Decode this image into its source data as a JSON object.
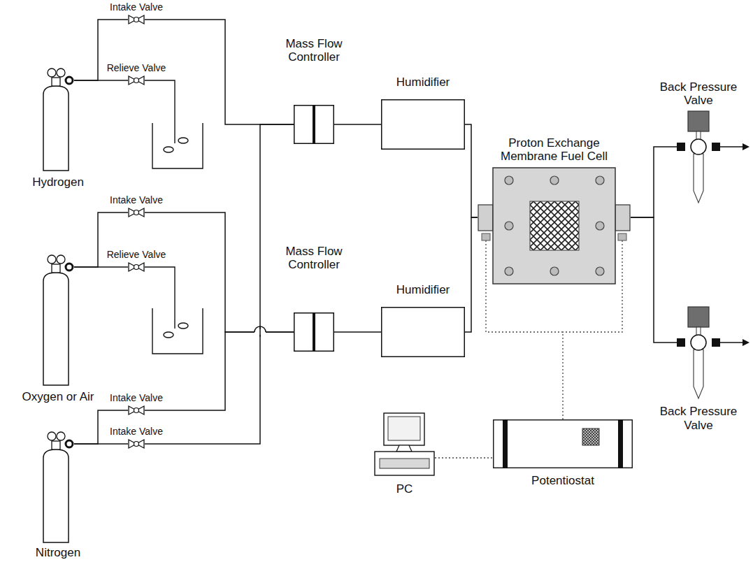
{
  "diagram": {
    "nodes": [
      {
        "text": [
          "Hydrogen"
        ]
      },
      {
        "text": [
          "Intake Valve"
        ]
      },
      {
        "text": [
          "Relieve Valve"
        ]
      },
      {
        "text": [
          "Oxygen or Air"
        ]
      },
      {
        "text": [
          "Intake Valve"
        ]
      },
      {
        "text": [
          "Relieve Valve"
        ]
      },
      {
        "text": [
          "Nitrogen"
        ]
      },
      {
        "text": [
          "Intake Valve"
        ]
      },
      {
        "text": [
          "Intake Valve"
        ]
      },
      {
        "text": [
          "Mass Flow Controller"
        ]
      },
      {
        "text": [
          "Mass Flow Controller"
        ]
      },
      {
        "text": [
          "Humidifier"
        ]
      },
      {
        "text": [
          "Humidifier"
        ]
      },
      {
        "text": [
          "Proton Exchange Membrane Fuel Cell"
        ]
      },
      {
        "text": [
          "Back Pressure Valve"
        ]
      },
      {
        "text": [
          "Back Pressure Valve"
        ]
      },
      {
        "text": [
          "PC"
        ]
      },
      {
        "text": [
          "Potentiostat"
        ]
      }
    ],
    "edges": [
      {
        "from": 0,
        "to": 1,
        "arrow": "none"
      },
      {
        "from": 0,
        "to": 2,
        "arrow": "none"
      },
      {
        "from": 1,
        "to": 9,
        "arrow": "none"
      },
      {
        "from": 3,
        "to": 4,
        "arrow": "none"
      },
      {
        "from": 3,
        "to": 5,
        "arrow": "none"
      },
      {
        "from": 4,
        "to": 10,
        "arrow": "none"
      },
      {
        "from": 6,
        "to": 7,
        "arrow": "none"
      },
      {
        "from": 6,
        "to": 8,
        "arrow": "none"
      },
      {
        "from": 7,
        "to": 10,
        "arrow": "none"
      },
      {
        "from": 8,
        "to": 9,
        "arrow": "none"
      },
      {
        "from": 9,
        "to": 11,
        "arrow": "none"
      },
      {
        "from": 10,
        "to": 12,
        "arrow": "none"
      },
      {
        "from": 11,
        "to": 13,
        "arrow": "none"
      },
      {
        "from": 12,
        "to": 13,
        "arrow": "none"
      },
      {
        "from": 13,
        "to": 14,
        "arrow": "none"
      },
      {
        "from": 13,
        "to": 15,
        "arrow": "none"
      },
      {
        "from": 16,
        "to": 17,
        "arrow": "none"
      },
      {
        "from": 13,
        "to": 17,
        "arrow": "none"
      }
    ]
  }
}
